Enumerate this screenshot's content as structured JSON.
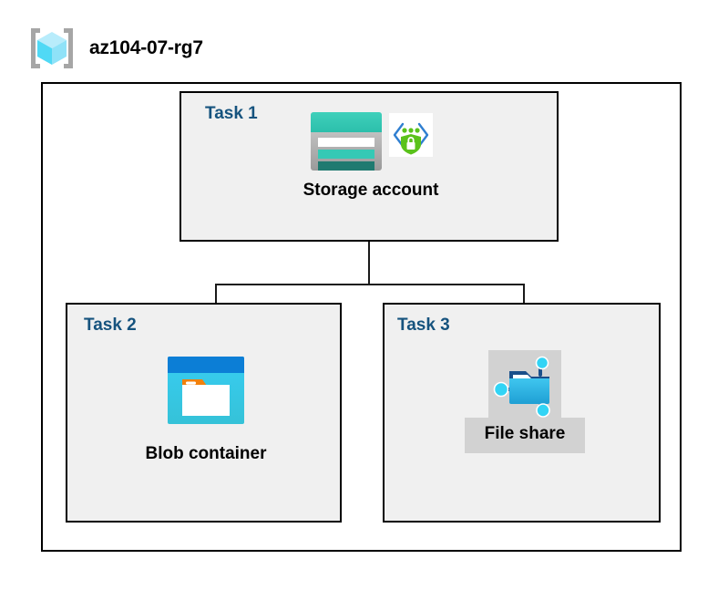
{
  "header": {
    "icon": "resource-group-cube-icon",
    "title": "az104-07-rg7"
  },
  "boundary": {
    "name": "resource-group-boundary"
  },
  "tasks": [
    {
      "label": "Task 1",
      "node_caption": "Storage account",
      "icons": [
        "storage-account-icon",
        "secure-transfer-shield-lock-icon"
      ]
    },
    {
      "label": "Task 2",
      "node_caption": "Blob container",
      "icons": [
        "blob-container-icon"
      ]
    },
    {
      "label": "Task 3",
      "node_caption": "File share",
      "icons": [
        "file-share-icon"
      ]
    }
  ],
  "connectors": [
    {
      "from": "Task 1",
      "to": "Task 2"
    },
    {
      "from": "Task 1",
      "to": "Task 3"
    }
  ],
  "colors": {
    "task_label": "#16537e",
    "task_box_fill": "#f0f0f0",
    "border": "#000000",
    "storage_teal": "#32c8b4",
    "storage_teal_dark": "#1f7a70",
    "shield_green": "#5ac21b",
    "bracket_blue": "#0f6cbd",
    "blob_header_blue": "#0078d4",
    "blob_body_cyan": "#35c8ec",
    "blob_tab_orange": "#f2810c",
    "fileshare_blue": "#29b6e8",
    "fileshare_node_cyan": "#32d4f5",
    "highlight_gray": "#d2d2d2",
    "cube_cyan": "#9fe8fa"
  }
}
